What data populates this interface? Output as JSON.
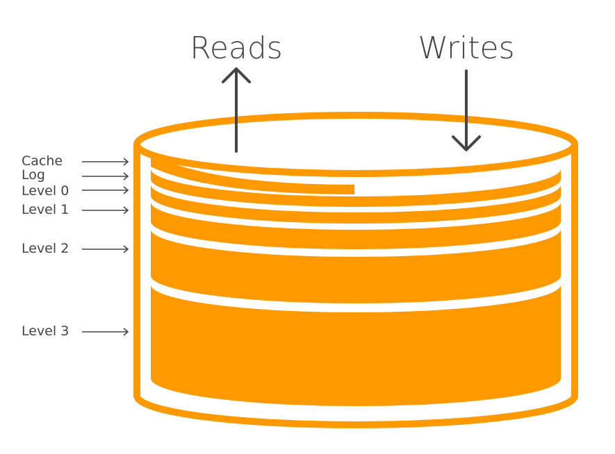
{
  "diagram": {
    "title_reads": "Reads",
    "title_writes": "Writes",
    "layers": [
      {
        "label": "Cache"
      },
      {
        "label": "Log"
      },
      {
        "label": "Level 0"
      },
      {
        "label": "Level 1"
      },
      {
        "label": "Level 2"
      },
      {
        "label": "Level 3"
      }
    ],
    "colors": {
      "accent": "#FF9900",
      "text": "#444444",
      "arrow": "#444444"
    }
  }
}
